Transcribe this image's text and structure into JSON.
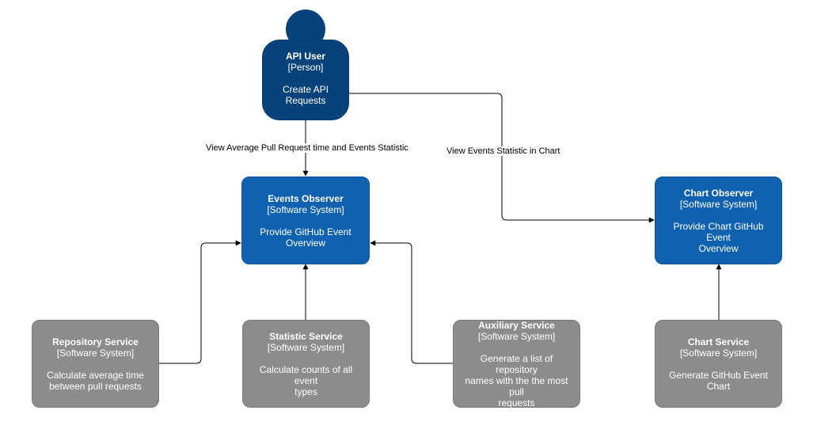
{
  "person": {
    "title": "API User",
    "kind": "[Person]",
    "desc_line1": "Create API",
    "desc_line2": "Requests"
  },
  "events_observer": {
    "title": "Events Observer",
    "kind": "[Software System]",
    "desc_line1": "Provide GitHub Event",
    "desc_line2": "Overview"
  },
  "chart_observer": {
    "title": "Chart Observer",
    "kind": "[Software System]",
    "desc_line1": "Provide Chart GitHub Event",
    "desc_line2": "Overview"
  },
  "repository_service": {
    "title": "Repository Service",
    "kind": "[Software System]",
    "desc_line1": "Calculate average time",
    "desc_line2": "between pull requests"
  },
  "statistic_service": {
    "title": "Statistic Service",
    "kind": "[Software System]",
    "desc_line1": "Calculate counts of all event",
    "desc_line2": "types"
  },
  "auxiliary_service": {
    "title": "Auxiliary Service",
    "kind": "[Software System]",
    "desc_line1": "Generate a list of repository",
    "desc_line2": "names with the the most pull",
    "desc_line3": "requests"
  },
  "chart_service": {
    "title": "Chart Service",
    "kind": "[Software System]",
    "desc_line1": "Generate GitHub Event Chart"
  },
  "edges": {
    "user_to_events": "View Average Pull Request time and Events Statistic",
    "user_to_chart": "View Events Statistic in Chart"
  },
  "colors": {
    "person": "#08427b",
    "system": "#1061b0",
    "external": "#8c8c8c"
  }
}
